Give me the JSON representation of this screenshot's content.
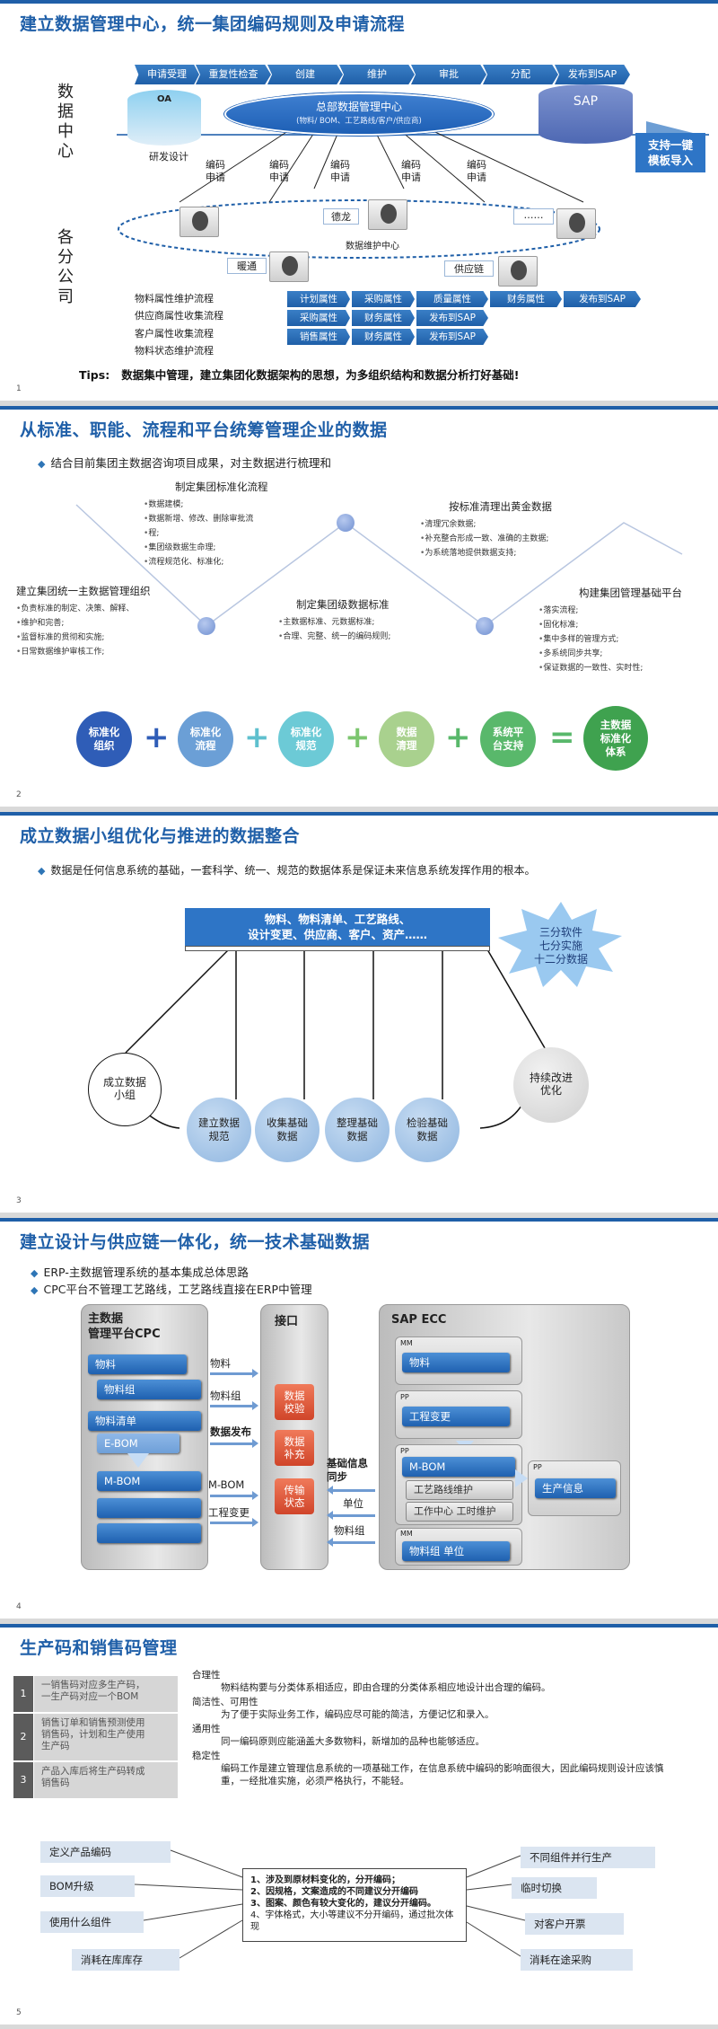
{
  "slides": [
    {
      "num": "1",
      "title": "建立数据管理中心，统一集团编码规则及申请流程",
      "left_top": "数\n据\n中\n心",
      "left_bottom": "各\n分\n公\n司",
      "chevrons": [
        "申请受理",
        "重复性检查",
        "创建",
        "维护",
        "审批",
        "分配",
        "发布到SAP"
      ],
      "oa": "OA",
      "yanfa": "研发设计",
      "center_title": "总部数据管理中心",
      "center_sub": "(物料/ BOM、工艺路线/客户/供应商)",
      "sap": "SAP",
      "bulk": "支持一键\n模板导入",
      "bianma": "编码\n申请",
      "branches": {
        "delong": "德龙",
        "nuantong": "暖通",
        "gongyinglian": "供应链",
        "maintain": "数据维护中心",
        "dots": "……"
      },
      "flows": [
        "物料属性维护流程",
        "供应商属性收集流程",
        "客户属性收集流程",
        "物料状态维护流程"
      ],
      "rows": [
        [
          "计划属性",
          "采购属性",
          "质量属性",
          "财务属性",
          "发布到SAP"
        ],
        [
          "采购属性",
          "财务属性",
          "发布到SAP"
        ],
        [
          "销售属性",
          "财务属性",
          "发布到SAP"
        ]
      ],
      "tips_label": "Tips:",
      "tips": "数据集中管理，建立集团化数据架构的思想，为多组织结构和数据分析打好基础!"
    },
    {
      "num": "2",
      "title": "从标准、职能、流程和平台统筹管理企业的数据",
      "bullet": "结合目前集团主数据咨询项目成果，对主数据进行梳理和",
      "blocks": [
        {
          "head": "建立集团统一主数据管理组织",
          "items": [
            "负责标准的制定、决策、解释、",
            "维护和完善;",
            "监督标准的贯彻和实施;",
            "日常数据维护审核工作;"
          ]
        },
        {
          "head": "制定集团标准化流程",
          "items": [
            "数据建模;",
            "数据新增、修改、删除审批流",
            "程;",
            "集团级数据生命理;",
            "流程规范化、标准化;"
          ]
        },
        {
          "head": "制定集团级数据标准",
          "items": [
            "主数据标准、元数据标准;",
            "合理、完整、统一的编码规则;"
          ]
        },
        {
          "head": "按标准清理出黄金数据",
          "items": [
            "清理冗余数据;",
            "补充整合形成一致、准确的主数据;",
            "为系统落地提供数据支持;"
          ]
        },
        {
          "head": "构建集团管理基础平台",
          "items": [
            "落实流程;",
            "固化标准;",
            "集中多样的管理方式;",
            "多系统同步共享;",
            "保证数据的一致性、实时性;"
          ]
        }
      ],
      "circles": [
        "标准化\n组织",
        "标准化\n流程",
        "标准化\n规范",
        "数据\n清理",
        "系统平\n台支持",
        "主数据\n标准化\n体系"
      ],
      "colors": [
        "#2f5db7",
        "#6b9fd6",
        "#6ccad6",
        "#a9d18e",
        "#59b86b",
        "#3fa24f"
      ]
    },
    {
      "num": "3",
      "title": "成立数据小组优化与推进的数据整合",
      "bullet": "数据是任何信息系统的基础，一套科学、统一、规范的数据体系是保证未来信息系统发挥作用的根本。",
      "banner": "物料、物料清单、工艺路线、\n设计变更、供应商、客户、资产……",
      "star": "三分软件\n七分实施\n十二分数据",
      "group": "成立数据\n小组",
      "improve": "持续改进\n优化",
      "steps": [
        "建立数据\n规范",
        "收集基础\n数据",
        "整理基础\n数据",
        "检验基础\n数据"
      ]
    },
    {
      "num": "4",
      "title": "建立设计与供应链一体化，统一技术基础数据",
      "bullets": [
        "ERP-主数据管理系统的基本集成总体思路",
        "CPC平台不管理工艺路线，工艺路线直接在ERP中管理"
      ],
      "cpc_title": "主数据\n管理平台CPC",
      "cpc": [
        "物料",
        "物料组",
        "物料清单",
        "E-BOM",
        "M-BOM"
      ],
      "iface_title": "接口",
      "iface": [
        "数据\n校验",
        "数据\n补充",
        "传输\n状态"
      ],
      "sap_title": "SAP ECC",
      "left_labels": [
        "物料",
        "物料组",
        "数据发布",
        "M-BOM",
        "工程变更"
      ],
      "right_labels": [
        "基础信息\n同步",
        "单位",
        "物料组"
      ],
      "sap_mm1": "MM",
      "sap_mm1_btn": "物料",
      "sap_pp1": "PP",
      "sap_pp1_btn": "工程变更",
      "sap_pp2": "PP",
      "sap_mbom": "M-BOM",
      "sap_route": "工艺路线维护",
      "sap_wc": "工作中心 工时维护",
      "sap_pp3": "PP",
      "sap_prod": "生产信息",
      "sap_mm2": "MM",
      "sap_mm2_btn": "物料组 单位"
    },
    {
      "num": "5",
      "title": "生产码和销售码管理",
      "rules": [
        [
          "1",
          "一销售码对应多生产码，\n一生产码对应一个BOM"
        ],
        [
          "2",
          "销售订单和销售预测使用\n销售码，计划和生产使用\n生产码"
        ],
        [
          "3",
          "产品入库后将生产码转成\n销售码"
        ]
      ],
      "principles": [
        {
          "head": "合理性",
          "body": "物料结构要与分类体系相适应，即由合理的分类体系相应地设计出合理的编码。"
        },
        {
          "head": "简洁性、可用性",
          "body": "为了便于实际业务工作，编码应尽可能的简洁，方便记忆和录入。"
        },
        {
          "head": "通用性",
          "body": "同一编码原则应能涵盖大多数物料，新增加的品种也能够适应。"
        },
        {
          "head": "稳定性",
          "body": "编码工作是建立管理信息系统的一项基础工作，在信息系统中编码的影响面很大，因此编码规则设计应该慎重，一经批准实施，必须严格执行，不能轻。"
        }
      ],
      "left_boxes": [
        "定义产品编码",
        "BOM升级",
        "使用什么组件",
        "消耗在库库存"
      ],
      "right_boxes": [
        "不同组件并行生产",
        "临时切换",
        "对客户开票",
        "消耗在途采购"
      ],
      "center": [
        "1、涉及到原材料变化的，分开编码；",
        "2、因规格，文案造成的不同建议分开编码",
        "3、图案、颜色有较大变化的，建议分开编码。",
        "4、字体格式，大小等建议不分开编码，通过批次体现"
      ]
    }
  ]
}
